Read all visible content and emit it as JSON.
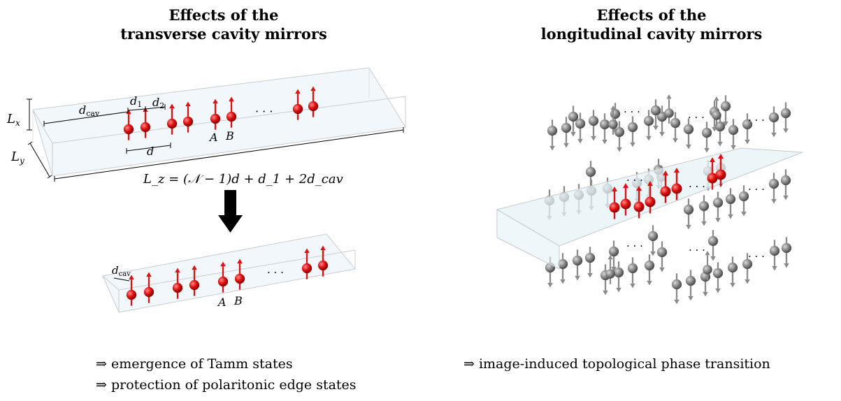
{
  "left_panel": {
    "title_line1": "Effects of the",
    "title_line2": "transverse cavity mirrors",
    "labels": {
      "Lx": "L",
      "Lx_sub": "x",
      "Ly": "L",
      "Ly_sub": "y",
      "dcav": "d",
      "dcav_sub": "cav",
      "d1": "d",
      "d1_sub": "1",
      "d2": "d",
      "d2_sub": "2",
      "d": "d",
      "A": "A",
      "B": "B",
      "Lz_formula": "L_z = (𝒩 − 1)d + d_1 + 2d_cav",
      "ellipsis": "· · ·"
    },
    "bullets": [
      "⇒ emergence of Tamm states",
      "⇒ protection of polaritonic edge states"
    ]
  },
  "right_panel": {
    "title_line1": "Effects of the",
    "title_line2": "longitudinal cavity mirrors",
    "ellipsis": "· · ·",
    "bullets": [
      "⇒ image-induced topological phase transition"
    ]
  },
  "colors": {
    "dipole_red": "#e01010",
    "dipole_gray": "#8a8a8a",
    "cavity_fill": "#eef6fa",
    "cavity_edge": "#c8cdd2",
    "arrow_black": "#000000"
  },
  "icons": {
    "down_arrow": "big-down-arrow-icon",
    "dipole": "dipole-arrow-icon"
  }
}
